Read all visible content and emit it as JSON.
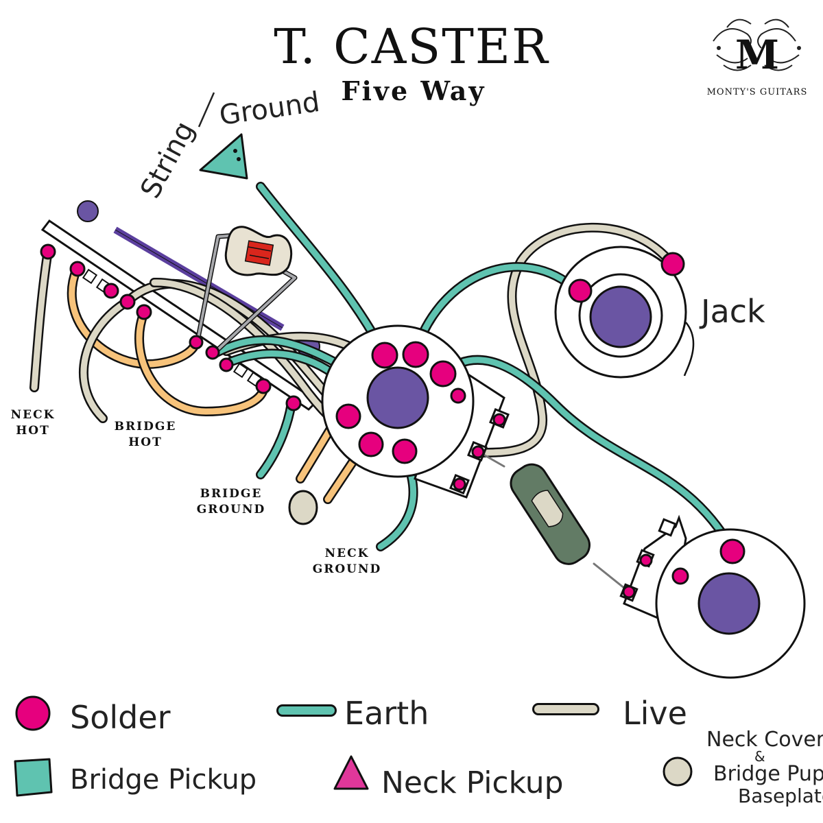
{
  "title": "T. CASTER",
  "subtitle": "Five Way",
  "logo": {
    "monogram": "M",
    "caption": "MONTY'S GUITARS"
  },
  "labels": {
    "string_ground": [
      "String",
      "Ground"
    ],
    "jack": "Jack",
    "neck_hot": [
      "NECK",
      "HOT"
    ],
    "bridge_hot": [
      "BRIDGE",
      "HOT"
    ],
    "bridge_ground": [
      "BRIDGE",
      "GROUND"
    ],
    "neck_ground": [
      "NECK",
      "GROUND"
    ]
  },
  "legend": {
    "solder": "Solder",
    "earth": "Earth",
    "live": "Live",
    "bridge_pickup": "Bridge Pickup",
    "neck_pickup": "Neck Pickup",
    "baseplate": [
      "Neck Cover",
      "&",
      "Bridge Pup",
      "Baseplate"
    ]
  },
  "colors": {
    "solder": "#e6007e",
    "earth": "#5fc3b0",
    "live": "#dcd8c6",
    "bridge_wire": "#f7c37b",
    "pot_shaft": "#6a55a3",
    "switch_bar": "#5b3f9e",
    "capacitor": "#627b65",
    "bridge_pickup": "#5fc3b0",
    "neck_pickup": "#e0379a",
    "baseplate": "#dcd8c6",
    "resistor": "#e8e2d2",
    "outline": "#1a1a1a"
  }
}
